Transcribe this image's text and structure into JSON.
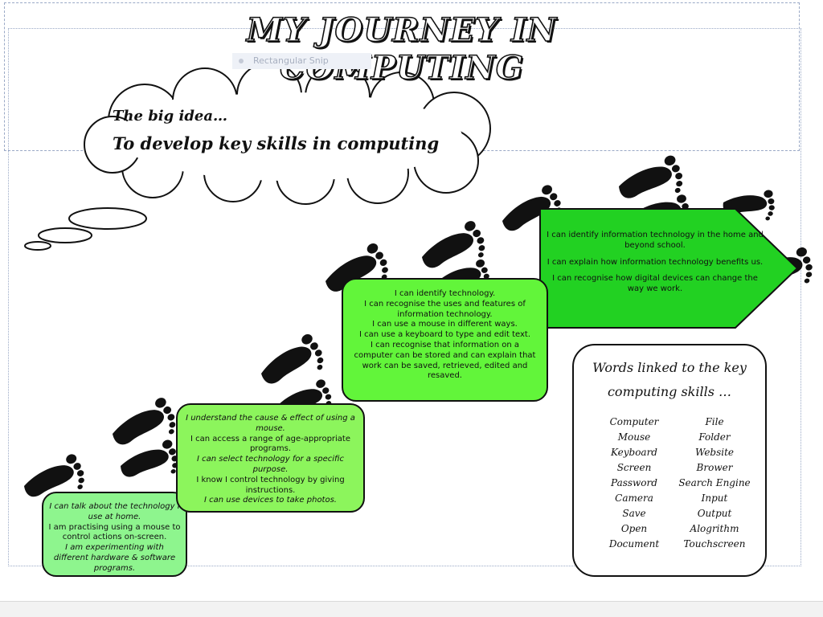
{
  "title": "MY JOURNEY IN COMPUTING",
  "snip_tool": {
    "label": "Rectangular Snip"
  },
  "big_idea": {
    "heading": "The big idea…",
    "text": "To develop key skills in computing"
  },
  "stages": [
    {
      "lines": [
        {
          "text": "I can talk about the technology I use at home.",
          "italic": true
        },
        {
          "text": "I am practising using a mouse to control actions on-screen.",
          "italic": false
        },
        {
          "text": "I am experimenting with different hardware & software programs.",
          "italic": true
        }
      ],
      "color": "#8ef58e"
    },
    {
      "lines": [
        {
          "text": "I understand the cause & effect of using a mouse.",
          "italic": true
        },
        {
          "text": "I can access a range of age-appropriate programs.",
          "italic": false
        },
        {
          "text": "I can select technology for a specific purpose.",
          "italic": true
        },
        {
          "text": "I know I control technology by giving instructions.",
          "italic": false
        },
        {
          "text": "I can use devices to take photos.",
          "italic": true
        }
      ],
      "color": "#8cf55c"
    },
    {
      "lines": [
        {
          "text": "I can identify technology.",
          "italic": false
        },
        {
          "text": "I can recognise the uses and features of information technology.",
          "italic": false
        },
        {
          "text": "I can use a mouse in different ways.",
          "italic": false
        },
        {
          "text": "I can use a keyboard to type and edit text.",
          "italic": false
        },
        {
          "text": "I can recognise that information on a computer can be stored and can explain that work can be saved, retrieved, edited and resaved.",
          "italic": false
        }
      ],
      "color": "#62f53a"
    },
    {
      "lines": [
        {
          "text": "I can identify information technology in the home and beyond school.",
          "italic": false
        },
        {
          "text": "I can explain how information technology benefits us.",
          "italic": false
        },
        {
          "text": "I can recognise how digital devices can change the way we work.",
          "italic": false
        }
      ],
      "color": "#22d122"
    }
  ],
  "words_box": {
    "heading_line1": "Words linked to the key",
    "heading_line2": "computing skills …",
    "column_left": [
      "Computer",
      "Mouse",
      "Keyboard",
      "Screen",
      "Password",
      "Camera",
      "Save",
      "Open",
      "Document"
    ],
    "column_right": [
      "File",
      "Folder",
      "Website",
      "Brower",
      "Search Engine",
      "Input",
      "Output",
      "Alogrithm",
      "Touchscreen"
    ]
  }
}
